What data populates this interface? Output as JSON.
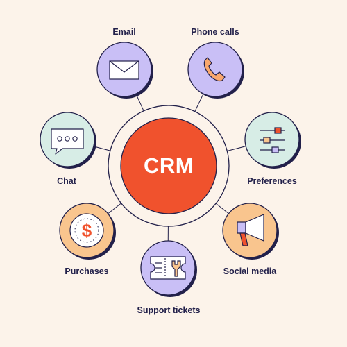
{
  "center": {
    "label": "CRM"
  },
  "nodes": [
    {
      "id": "email",
      "label": "Email",
      "icon": "envelope-icon",
      "color": "#C9BFF6"
    },
    {
      "id": "phone",
      "label": "Phone calls",
      "icon": "phone-icon",
      "color": "#C9BFF6"
    },
    {
      "id": "chat",
      "label": "Chat",
      "icon": "chat-bubble-icon",
      "color": "#D7EDE6"
    },
    {
      "id": "preferences",
      "label": "Preferences",
      "icon": "sliders-icon",
      "color": "#D7EDE6"
    },
    {
      "id": "purchases",
      "label": "Purchases",
      "icon": "dollar-coin-icon",
      "color": "#F9C58E"
    },
    {
      "id": "social",
      "label": "Social media",
      "icon": "megaphone-icon",
      "color": "#F9C58E"
    },
    {
      "id": "support",
      "label": "Support tickets",
      "icon": "ticket-wrench-icon",
      "color": "#C9BFF6"
    }
  ],
  "colors": {
    "background": "#FCF3EA",
    "center_fill": "#F0522D",
    "outline": "#22204A",
    "purple": "#C9BFF6",
    "mint": "#D7EDE6",
    "peach": "#F9C58E",
    "accent_orange": "#F0522D"
  }
}
